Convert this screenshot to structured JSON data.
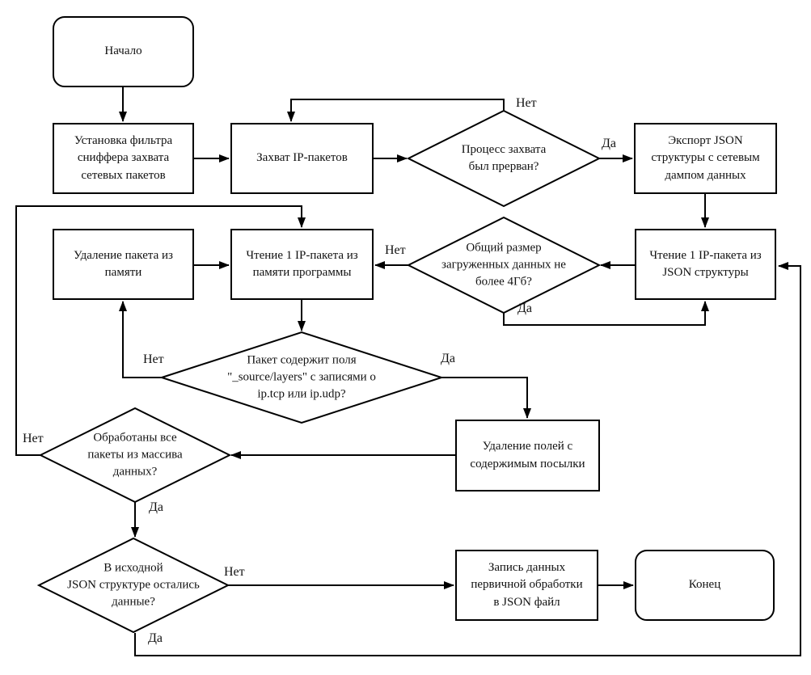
{
  "nodes": {
    "start": {
      "type": "terminator",
      "label": "Начало"
    },
    "setup_filter": {
      "type": "process",
      "label": "Установка фильтра\nсниффера захвата\nсетевых пакетов"
    },
    "capture_packets": {
      "type": "process",
      "label": "Захват IP-пакетов"
    },
    "capture_interrupted": {
      "type": "decision",
      "label": "Процесс захвата\nбыл прерван?"
    },
    "export_json": {
      "type": "process",
      "label": "Экспорт JSON\nструктуры с сетевым\nдампом данных"
    },
    "read_packet_json": {
      "type": "process",
      "label": "Чтение 1 IP-пакета из\nJSON структуры"
    },
    "size_check": {
      "type": "decision",
      "label": "Общий размер\nзагруженных данных не\nболее 4Гб?"
    },
    "read_packet_memory": {
      "type": "process",
      "label": "Чтение 1 IP-пакета из\nпамяти программы"
    },
    "delete_packet": {
      "type": "process",
      "label": "Удаление пакета из\nпамяти"
    },
    "packet_fields_check": {
      "type": "decision",
      "label": "Пакет содержит поля\n\"_source/layers\" с записями о\nip.tcp или ip.udp?"
    },
    "delete_fields": {
      "type": "process",
      "label": "Удаление полей с\nсодержимым посылки"
    },
    "all_packets_processed": {
      "type": "decision",
      "label": "Обработаны все\nпакеты из массива\nданных?"
    },
    "json_data_remaining": {
      "type": "decision",
      "label": "В исходной\nJSON структуре остались\nданные?"
    },
    "write_json": {
      "type": "process",
      "label": "Запись данных\nпервичной обработки\nв JSON файл"
    },
    "end": {
      "type": "terminator",
      "label": "Конец"
    }
  },
  "edge_labels": {
    "capture_interrupted_no": "Нет",
    "capture_interrupted_yes": "Да",
    "size_check_no": "Нет",
    "size_check_yes": "Да",
    "packet_fields_no": "Нет",
    "packet_fields_yes": "Да",
    "all_processed_no": "Нет",
    "all_processed_yes": "Да",
    "data_remaining_no": "Нет",
    "data_remaining_yes": "Да"
  },
  "colors": {
    "line": "#000000",
    "background": "#ffffff",
    "text": "#111111"
  }
}
